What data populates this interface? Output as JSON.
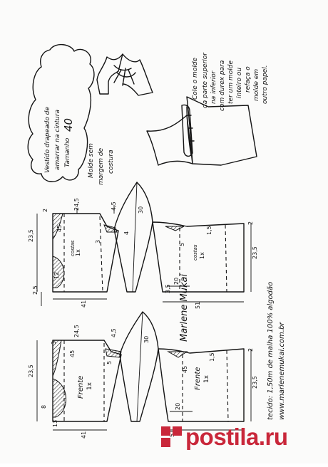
{
  "title_cloud": {
    "line1": "Vestido drapeado de",
    "line2": "amarrar na cintura",
    "line3": "Tamanho",
    "size": "40"
  },
  "seam_note": {
    "line1": "Molde sem",
    "line2": "margem de",
    "line3": "costura"
  },
  "glue_note": [
    "Cole o molde",
    "da parte superior",
    "na inferior",
    "com durex para",
    "ter um molde",
    "inteiro ou",
    "refaça o",
    "molde em",
    "outro papel."
  ],
  "fabric_note": "tecido: 1,50m de malha 100% algodão",
  "website": "www.marlenemukai.com.br",
  "signature": "Marlene Mukai",
  "upper_pieces": {
    "left_label": "costas",
    "left_qty": "1x",
    "right_label": "costas",
    "right_qty": "1x",
    "dims": {
      "d2": "2",
      "d24_5": "24,5",
      "d4_5": "4,5",
      "d23_5": "23,5",
      "d2_5": "2,5",
      "d41": "41",
      "d3": "3",
      "d1_5": "1,5",
      "d20": "20",
      "d51": "51",
      "d30": "30",
      "d4": "4",
      "d45": "45",
      "d5": "5",
      "d12": "12",
      "d3_5": "3,5"
    }
  },
  "lower_pieces": {
    "left_label": "Frente",
    "left_qty": "1x",
    "right_label": "Frente",
    "right_qty": "1x",
    "dims": {
      "d23_5": "23,5",
      "d8": "8",
      "d41": "41",
      "d3": "3",
      "d24_5": "24,5",
      "d4_5": "4,5",
      "d5": "5",
      "d45": "45",
      "d30": "30",
      "d2": "2",
      "d20": "20",
      "d51": "51",
      "d13": "13",
      "d1_5": "1,5"
    }
  },
  "brand": {
    "name": "postila.ru",
    "color": "#c9273a"
  }
}
